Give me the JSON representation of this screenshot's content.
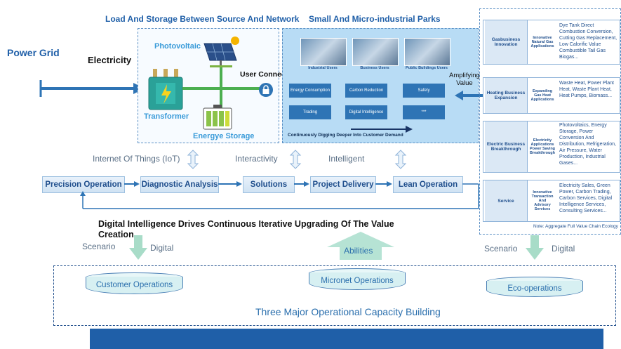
{
  "titles": {
    "load_storage": "Load And Storage Between Source And Network",
    "parks": "Small And Micro-industrial Parks"
  },
  "left": {
    "power_grid": "Power Grid",
    "electricity": "Electricity",
    "photovoltaic": "Photovoltaic",
    "transformer": "Transformer",
    "storage": "Energye Storage",
    "user_connect": "User Connect"
  },
  "park": {
    "photo_labels": [
      "Industrial Users",
      "Business Users",
      "Public Buildings Users"
    ],
    "cells": [
      "Energy Consumption",
      "Carbon Reduction",
      "Safety",
      "Trading",
      "Digital Intelligence",
      "***"
    ],
    "digging": "Continuously Digging Deeper Into Customer Demand"
  },
  "amplifying": "Amplifying\nValue",
  "side": [
    {
      "title": "Gasbusiness Innovation",
      "mid": "Innovative Natural Gas Applications",
      "desc": "Dye Tank Direct Combustion Conversion, Cutting Gas Replacement, Low Calorific Value Combustible Tail Gas Biogas..."
    },
    {
      "title": "Heating Business Expansion",
      "mid": "Expanding Gas Heat Applications",
      "desc": "Waste Heat, Power Plant Heat, Waste Plant Heat, Heat Pumps, Biomass..."
    },
    {
      "title": "Electric Business Breakthrough",
      "mid": "Electricity Applications Power Saving Breakthrough",
      "desc": "Photovoltaics, Energy Storage, Power Conversion And Distribution, Refrigeration, Air Pressure, Water Production, Industrial Gases..."
    },
    {
      "title": "Service",
      "mid": "Innovative Transaction And Advisory Services",
      "desc": "Electricity Sales, Green Power, Carbon Trading, Carbon Services, Digital Intelligence Services, Consulting Services..."
    }
  ],
  "side_note": "Note: Aggregate Full Value Chain Ecology",
  "mid_labels": {
    "iot": "Internet Of Things (IoT)",
    "interactivity": "Interactivity",
    "intelligent": "Intelligent"
  },
  "flow": [
    "Precision Operation",
    "Diagnostic Analysis",
    "Solutions",
    "Project Delivery",
    "Lean Operation"
  ],
  "headline": "Digital Intelligence Drives Continuous Iterative Upgrading Of The Value Creation",
  "bottom": {
    "scenario_left": "Scenario",
    "digital_left": "Digital",
    "abilities": "Abilities",
    "scenario_right": "Scenario",
    "digital_right": "Digital",
    "cylinders": [
      "Customer Operations",
      "Micronet Operations",
      "Eco-operations"
    ],
    "capacity": "Three Major Operational Capacity Building"
  },
  "colors": {
    "accent_blue": "#2e74b5",
    "title_blue": "#1f5fa8",
    "green": "#4caf50",
    "bar_blue": "#1f5fa8"
  }
}
